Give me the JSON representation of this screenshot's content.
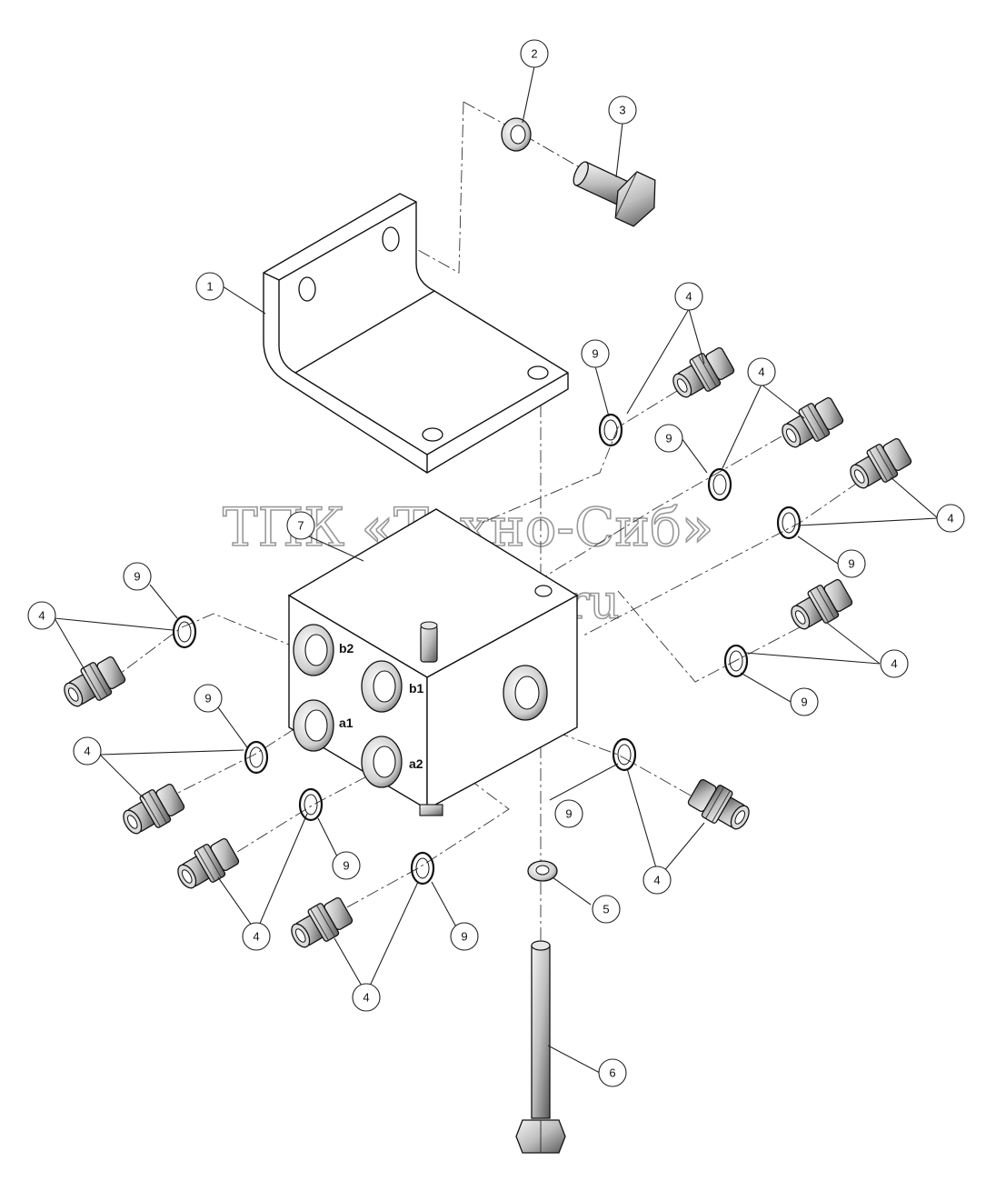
{
  "callouts": {
    "c1": "1",
    "c2": "2",
    "c3": "3",
    "c4": "4",
    "c5": "5",
    "c6": "6",
    "c7": "7",
    "c9": "9"
  },
  "ports": {
    "b2": "b2",
    "b1": "b1",
    "a1": "a1",
    "a2": "a2"
  },
  "watermark": {
    "line1": "ТПК «Техно-Сиб»",
    "line2": "www.tpkts.ru"
  },
  "colors": {
    "stroke": "#111111",
    "watermark": "#999999",
    "background": "#ffffff"
  }
}
